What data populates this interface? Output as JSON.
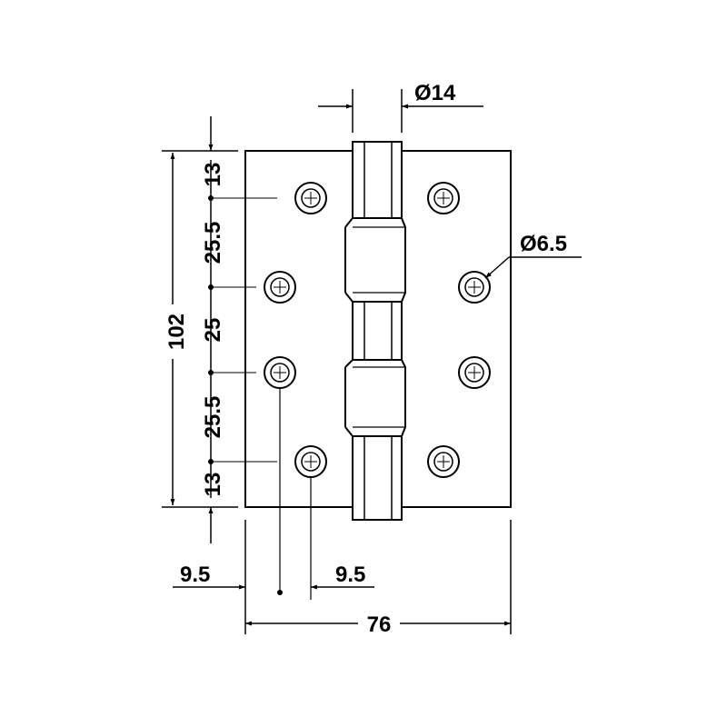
{
  "drawing": {
    "line_color": "#000000",
    "background": "#ffffff",
    "dimensions": {
      "pin_diameter": "Ø14",
      "hole_diameter": "Ø6.5",
      "total_height": "102",
      "top_offset": "13",
      "spacing_upper": "25.5",
      "spacing_middle": "25",
      "spacing_lower": "25.5",
      "bottom_offset": "13",
      "left_edge_offset": "9.5",
      "hole_stagger": "9.5",
      "total_width": "76"
    }
  }
}
